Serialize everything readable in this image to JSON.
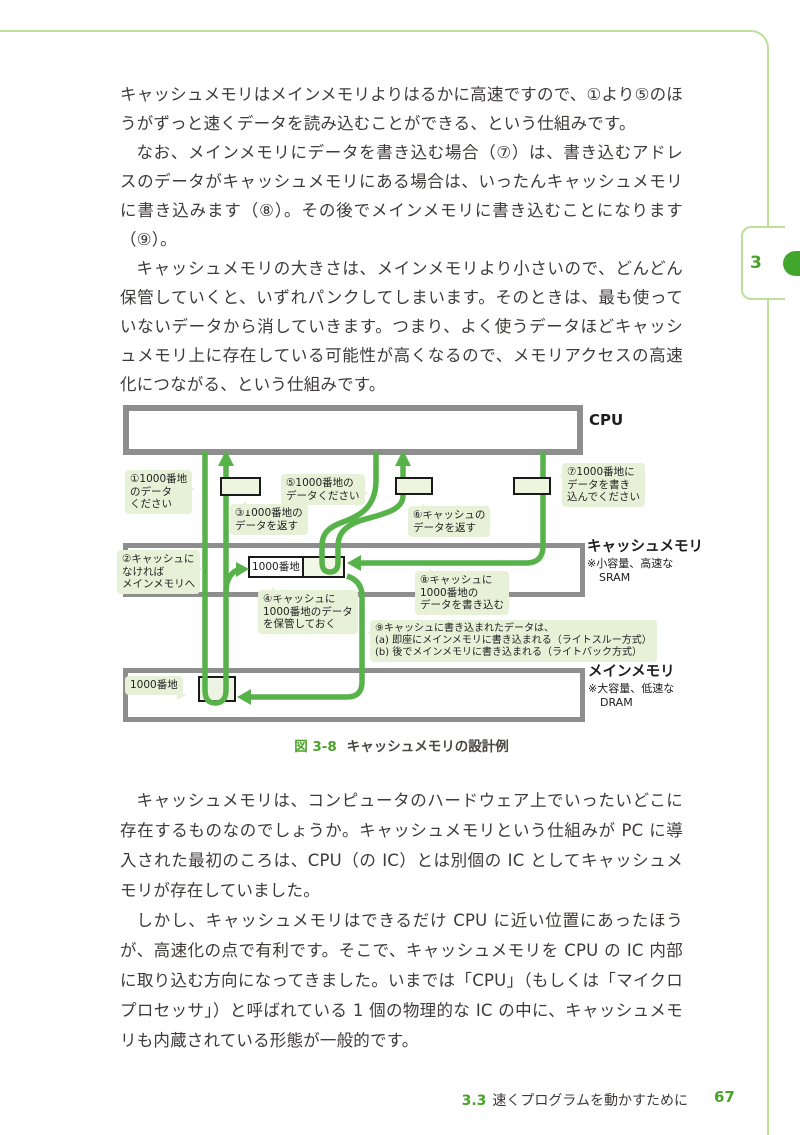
{
  "page": {
    "chapter_tab": "3",
    "page_number": "67",
    "footer_section": "3.3",
    "footer_title": "速くプログラムを動かすために"
  },
  "body": {
    "para1": "キャッシュメモリはメインメモリよりはるかに高速ですので、①より⑤のほうがずっと速くデータを読み込むことができる、という仕組みです。",
    "para2": "なお、メインメモリにデータを書き込む場合（⑦）は、書き込むアドレスのデータがキャッシュメモリにある場合は、いったんキャッシュメモリに書き込みます（⑧）。その後でメインメモリに書き込むことになります（⑨）。",
    "para3": "キャッシュメモリの大きさは、メインメモリより小さいので、どんどん保管していくと、いずれパンクしてしまいます。そのときは、最も使っていないデータから消していきます。つまり、よく使うデータほどキャッシュメモリ上に存在している可能性が高くなるので、メモリアクセスの高速化につながる、という仕組みです。",
    "para4": "キャッシュメモリは、コンピュータのハードウェア上でいったいどこに存在するものなのでしょうか。キャッシュメモリという仕組みが PC に導入された最初のころは、CPU（の IC）とは別個の IC としてキャッシュメモリが存在していました。",
    "para5": "しかし、キャッシュメモリはできるだけ CPU に近い位置にあったほうが、高速化の点で有利です。そこで、キャッシュメモリを CPU の IC 内部に取り込む方向になってきました。いまでは「CPU」（もしくは「マイクロプロセッサ」）と呼ばれている 1 個の物理的な IC の中に、キャッシュメモリも内蔵されている形態が一般的です。"
  },
  "figure": {
    "caption_label": "図 3-8",
    "caption_text": "キャッシュメモリの設計例",
    "cpu_label": "CPU",
    "cache_label": "キャッシュメモリ",
    "cache_note1": "※小容量、高速な",
    "cache_note2": "SRAM",
    "main_label": "メインメモリ",
    "main_note1": "※大容量、低速な",
    "main_note2": "DRAM",
    "cache_cell_label": "1000番地",
    "mem_bubble_label": "1000番地",
    "bubbles": {
      "b1": {
        "lines": [
          "①1000番地",
          "のデータ",
          "ください"
        ]
      },
      "b2": {
        "lines": [
          "②キャッシュに",
          "なければ",
          "メインメモリへ"
        ]
      },
      "b3": {
        "lines": [
          "③1000番地の",
          "データを返す"
        ]
      },
      "b4": {
        "lines": [
          "④キャッシュに",
          "1000番地のデータ",
          "を保管しておく"
        ]
      },
      "b5": {
        "lines": [
          "⑤1000番地の",
          "データください"
        ]
      },
      "b6": {
        "lines": [
          "⑥キャッシュの",
          "データを返す"
        ]
      },
      "b7": {
        "lines": [
          "⑦1000番地に",
          "データを書き",
          "込んでください"
        ]
      },
      "b8": {
        "lines": [
          "⑧キャッシュに",
          "1000番地の",
          "データを書き込む"
        ]
      },
      "b9": {
        "lines": [
          "⑨キャッシュに書き込まれたデータは、",
          "(a) 即座にメインメモリに書き込まれる（ライトスルー方式）",
          "(b) 後でメインメモリに書き込まれる（ライトバック方式）"
        ]
      }
    }
  },
  "colors": {
    "accent_green": "#4ba32a",
    "arrow_green": "#57b24a",
    "frame_light_green": "#bcdf9a",
    "bubble_bg": "#e7f1d8",
    "band_gray": "#8e8e8e"
  }
}
